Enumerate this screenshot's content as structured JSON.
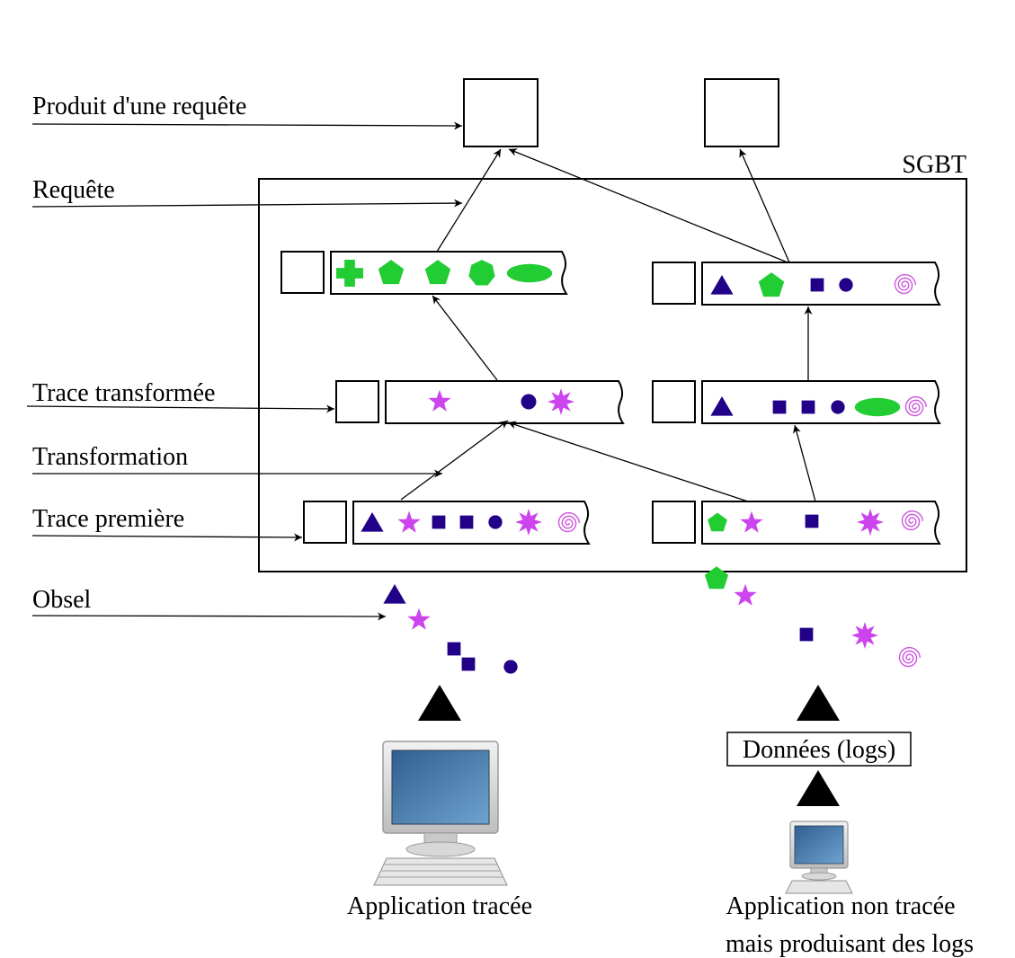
{
  "labels": {
    "produit": "Produit d'une requête",
    "requete": "Requête",
    "trace_transformee": "Trace transformée",
    "transformation": "Transformation",
    "trace_premiere": "Trace première",
    "obsel": "Obsel"
  },
  "sgbt": "SGBT",
  "data_box": "Données (logs)",
  "app_traced": "Application tracée",
  "app_logs_line1": "Application non tracée",
  "app_logs_line2": "mais produisant des logs",
  "colors": {
    "green": "#22cc33",
    "violet": "#cc44ee",
    "navy": "#220088",
    "spiral": "#cc55dd",
    "black": "#000000"
  },
  "traces": {
    "left_primary": [
      "triangle",
      "star",
      "square",
      "square",
      "circle",
      "burst",
      "spiral"
    ],
    "left_transformed": [
      "star",
      "circle",
      "burst"
    ],
    "left_query": [
      "cross",
      "pentagon",
      "pentagon",
      "heptagon",
      "ellipse"
    ],
    "right_primary": [
      "pentagon",
      "star",
      "square",
      "burst",
      "spiral"
    ],
    "right_transformed": [
      "triangle",
      "square",
      "square",
      "circle",
      "ellipse",
      "spiral"
    ],
    "right_query": [
      "triangle",
      "pentagon",
      "square",
      "circle",
      "spiral"
    ]
  },
  "obsels": {
    "left_stream": [
      "triangle",
      "star",
      "square",
      "square",
      "circle"
    ],
    "right_stream": [
      "pentagon",
      "star",
      "square",
      "burst",
      "spiral"
    ]
  }
}
